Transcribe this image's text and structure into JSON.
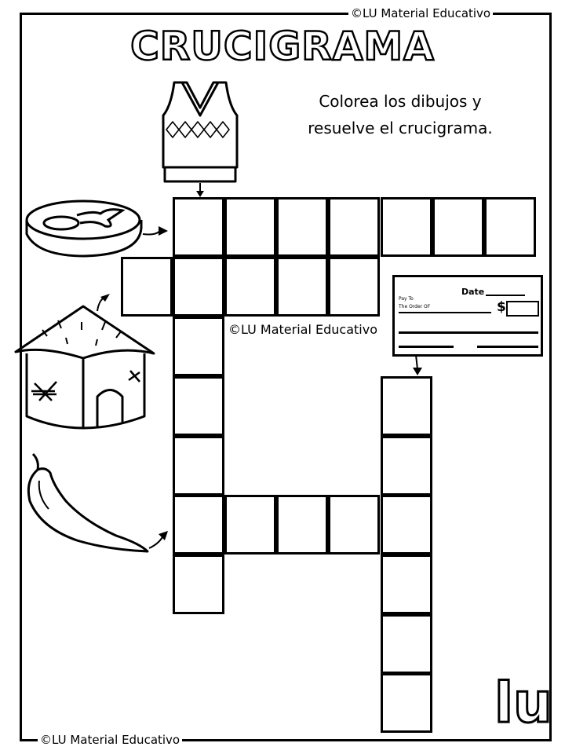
{
  "header": {
    "title": "CRUCIGRAMA",
    "instructions_line1": "Colorea los dibujos y",
    "instructions_line2": "resuelve el crucigrama."
  },
  "watermarks": {
    "top": "©LU Material Educativo",
    "center": "©LU Material Educativo",
    "bottom": "©LU Material Educativo"
  },
  "clues": [
    {
      "icon": "vest-icon",
      "direction": "down"
    },
    {
      "icon": "steak-icon",
      "direction": "across"
    },
    {
      "icon": "hut-icon",
      "direction": "across"
    },
    {
      "icon": "check-icon",
      "direction": "down"
    },
    {
      "icon": "chili-pepper-icon",
      "direction": "across"
    }
  ],
  "check": {
    "date_label": "Date",
    "pay_to_label": "Pay To",
    "order_of_label": "The Order OF",
    "currency_symbol": "$"
  },
  "logo": "lu"
}
